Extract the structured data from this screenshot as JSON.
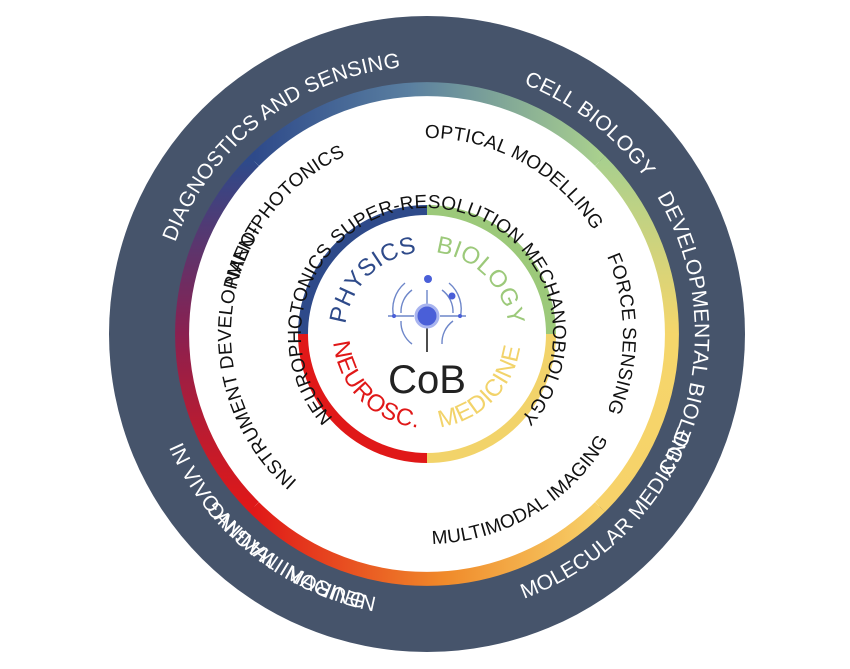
{
  "center_title": "CoB",
  "core": {
    "physics": {
      "label": "PHYSICS",
      "color": "#2e4a8a"
    },
    "biology": {
      "label": "BIOLOGY",
      "color": "#9cc97a"
    },
    "neurosc": {
      "label": "NEUROSC.",
      "color": "#e01818"
    },
    "medicine": {
      "label": "MEDICINE",
      "color": "#f2d36a"
    }
  },
  "middle_ring": {
    "labels": {
      "super_resolution": "SUPER-RESOLUTION",
      "mechanobiology": "MECHANOBIOLOGY",
      "neurophotonics": "NEUROPHOTONICS"
    }
  },
  "second_ring": {
    "labels": {
      "nano_photonics": "NANO-PHOTONICS",
      "optical_modelling": "OPTICAL MODELLING",
      "force_sensing": "FORCE SENSING",
      "multimodal_imaging": "MULTIMODAL IMAGING",
      "instrument_development": "INSTRUMENT DEVELOPMENT"
    }
  },
  "outer_ring": {
    "color": "#46546b",
    "labels": {
      "diagnostics_and_sensing": "DIAGNOSTICS AND SENSING",
      "cell_biology": "CELL BIOLOGY",
      "developmental_biology": "DEVELOPMENTAL BIOLOGY",
      "molecular_medicine": "MOLECULAR MEDICINE",
      "in_vivo_animal_imaging": "IN VIVO ANIMAL IMAGING",
      "neuron_imaging": "NEURON IMAGING"
    }
  },
  "icons": {
    "center": "neuron-icon"
  },
  "colors": {
    "physics_blue": "#2e4a8a",
    "biology_green": "#9cc97a",
    "neurosc_red": "#e01818",
    "medicine_yellow": "#f2d36a",
    "outer_slate": "#46546b"
  }
}
